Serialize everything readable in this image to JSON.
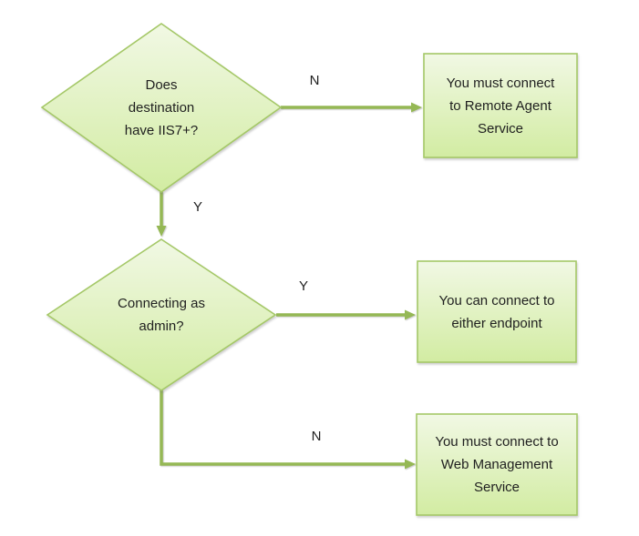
{
  "colors": {
    "background": "#FFFFFF",
    "shape_fill_top": "#F1F8E4",
    "shape_fill_bottom": "#D2ECA2",
    "shape_border": "#A5C868",
    "connector": "#95B855",
    "text": "#1F1F1F"
  },
  "flowchart": {
    "nodes": [
      {
        "id": "decision-iis7",
        "shape": "diamond",
        "label": "Does destination have IIS7+?"
      },
      {
        "id": "result-remote-agent",
        "shape": "rectangle",
        "label": "You must connect to Remote Agent Service"
      },
      {
        "id": "decision-admin",
        "shape": "diamond",
        "label": "Connecting as admin?"
      },
      {
        "id": "result-either-endpoint",
        "shape": "rectangle",
        "label": "You can connect to either endpoint"
      },
      {
        "id": "result-web-management",
        "shape": "rectangle",
        "label": "You must connect to Web Management Service"
      }
    ],
    "edges": [
      {
        "from": "decision-iis7",
        "to": "result-remote-agent",
        "label": "N"
      },
      {
        "from": "decision-iis7",
        "to": "decision-admin",
        "label": "Y"
      },
      {
        "from": "decision-admin",
        "to": "result-either-endpoint",
        "label": "Y"
      },
      {
        "from": "decision-admin",
        "to": "result-web-management",
        "label": "N"
      }
    ]
  }
}
